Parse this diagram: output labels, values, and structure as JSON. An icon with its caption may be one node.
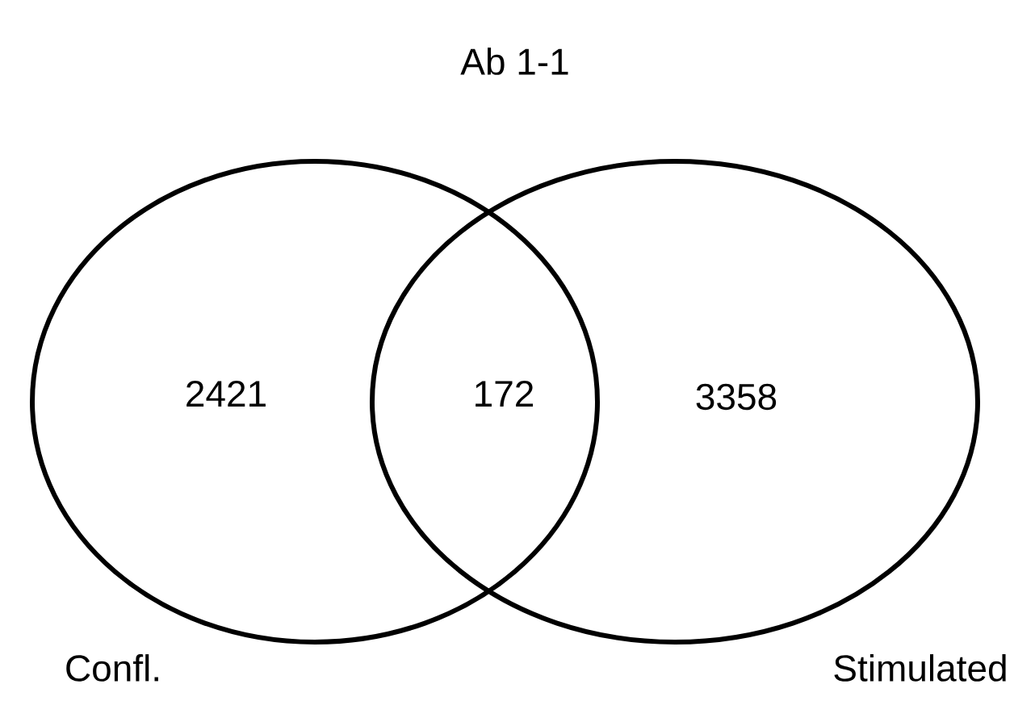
{
  "diagram": {
    "title": "Ab 1-1",
    "nodes": [
      {
        "text": [],
        "shape": "circle",
        "beside": [
          "Confl."
        ]
      },
      {
        "text": [],
        "shape": "circle",
        "beside": [
          "Stimulated"
        ]
      }
    ],
    "labels": [
      "2421",
      "172",
      "3358"
    ]
  }
}
